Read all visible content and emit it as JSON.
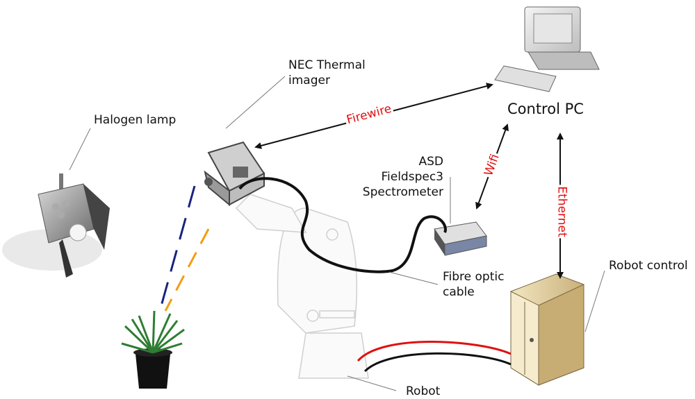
{
  "labels": {
    "halogen_lamp": "Halogen lamp",
    "thermal_imager": "NEC Thermal\nimager",
    "control_pc": "Control PC",
    "spectrometer": "ASD\nFieldspec3\nSpectrometer",
    "fibre_optic": "Fibre optic\ncable",
    "robot_control": "Robot control",
    "robot": "Robot"
  },
  "connections": {
    "firewire": "Firewire",
    "wifi": "Wifi",
    "ethernet": "Ethernet"
  },
  "colors": {
    "link_label": "#e01010",
    "cable_black": "#111111",
    "cable_red": "#e01010",
    "beam_blue": "#1a237e",
    "beam_orange": "#f39c12"
  }
}
